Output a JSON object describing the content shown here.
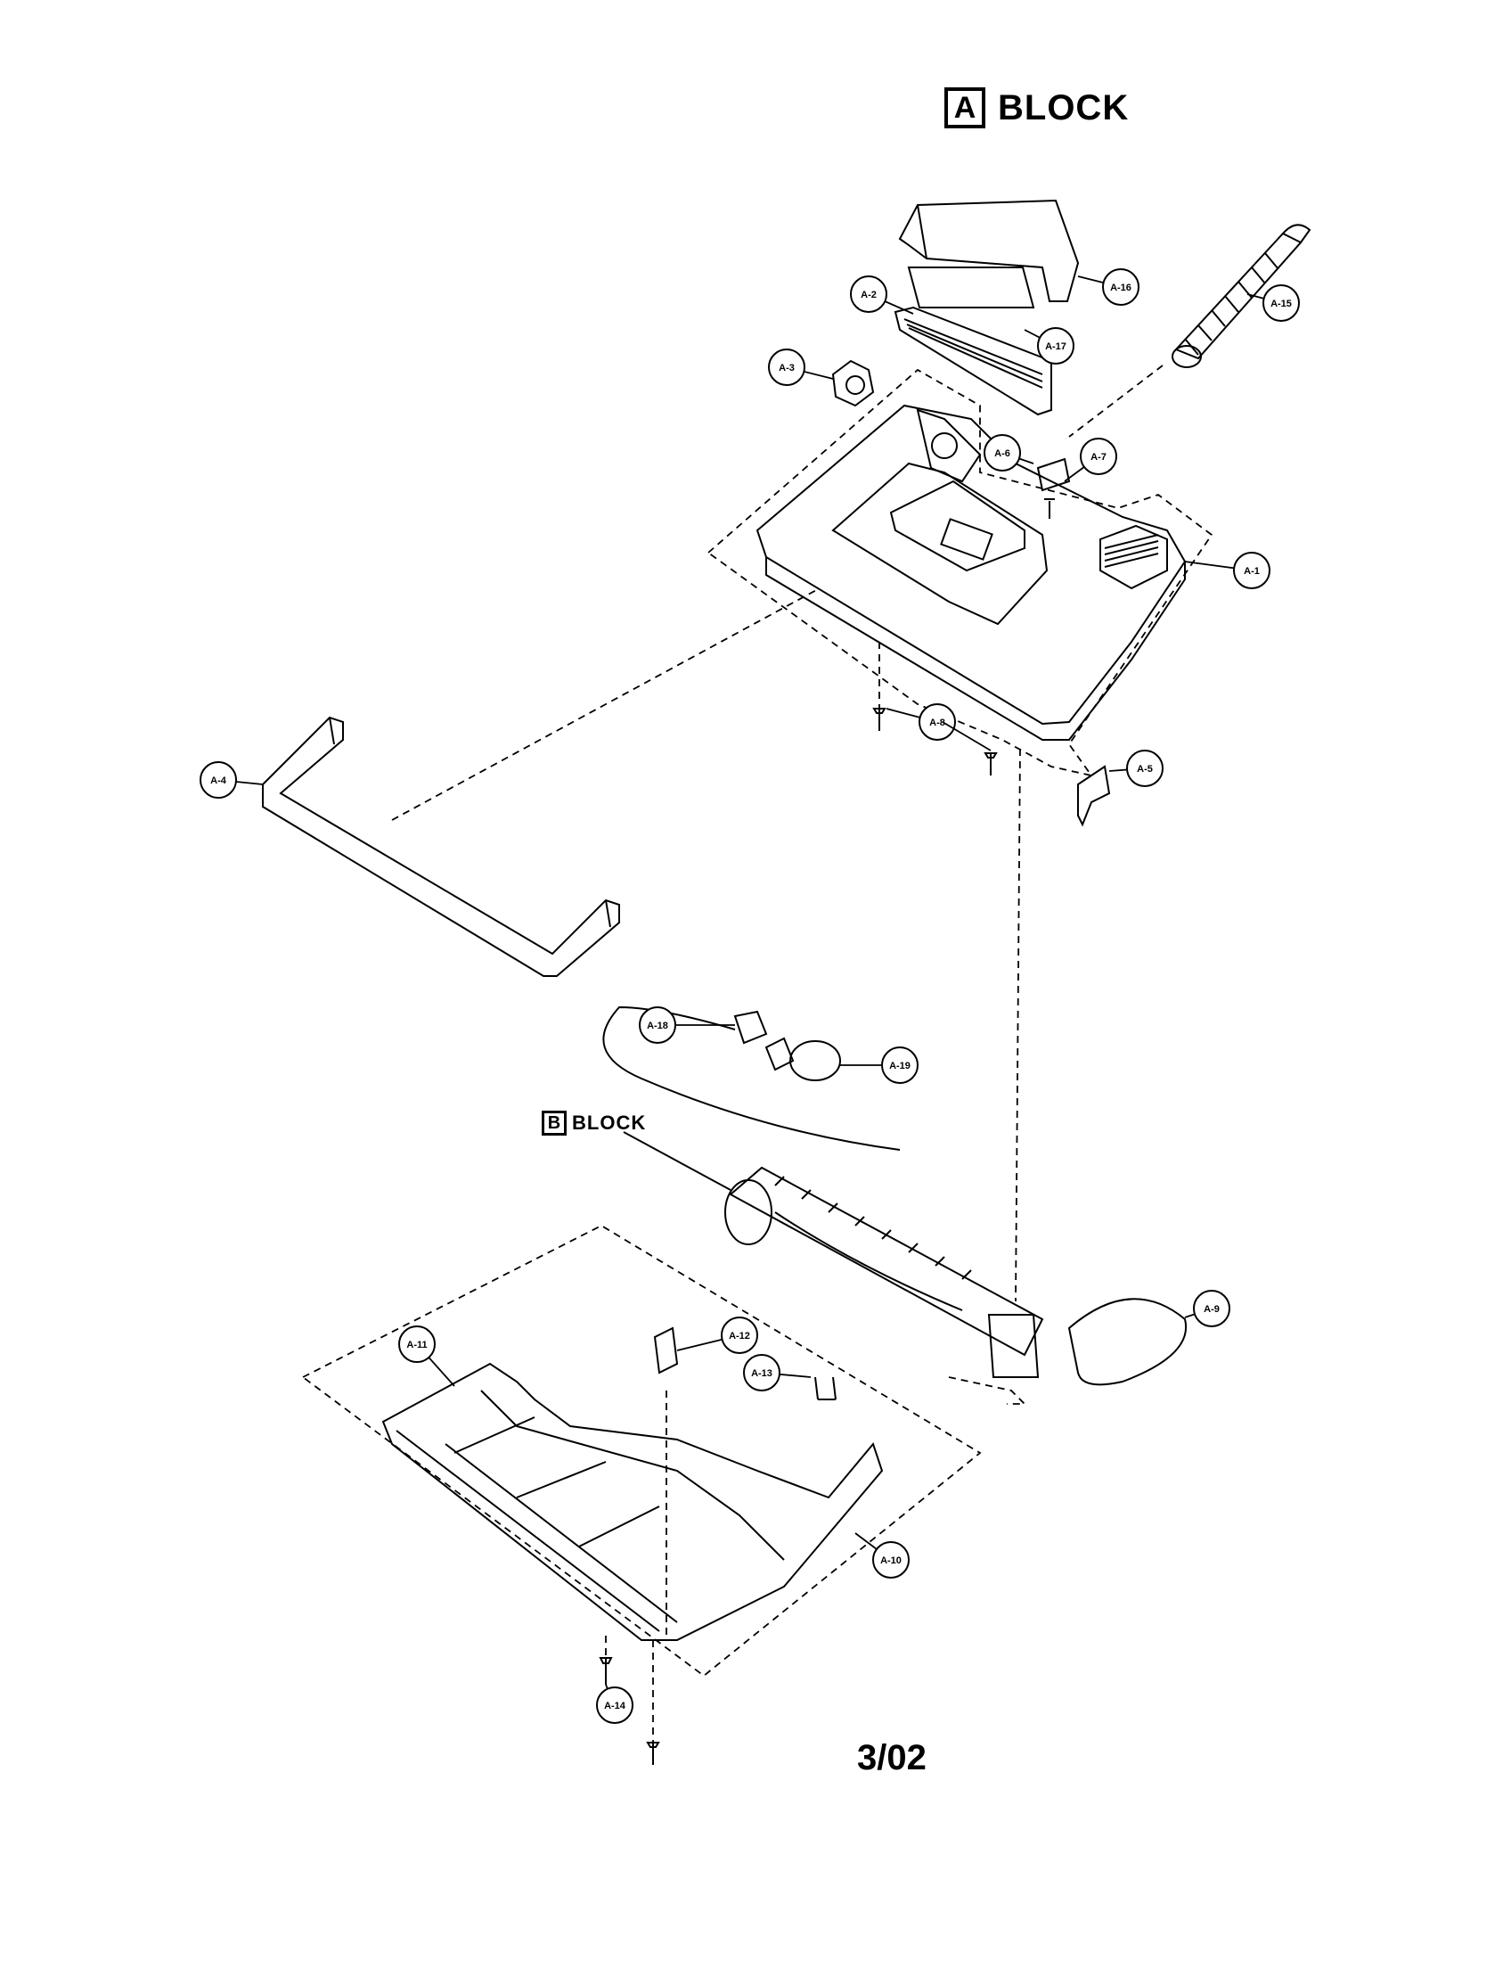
{
  "header": {
    "block_letter": "A",
    "block_label": "BLOCK"
  },
  "sub_block": {
    "letter": "B",
    "label": "BLOCK"
  },
  "footer": {
    "page_code": "3/02"
  },
  "callouts": [
    {
      "id": "A-1"
    },
    {
      "id": "A-2"
    },
    {
      "id": "A-3"
    },
    {
      "id": "A-4"
    },
    {
      "id": "A-5"
    },
    {
      "id": "A-6"
    },
    {
      "id": "A-7"
    },
    {
      "id": "A-8"
    },
    {
      "id": "A-8"
    },
    {
      "id": "A-9"
    },
    {
      "id": "A-10"
    },
    {
      "id": "A-11"
    },
    {
      "id": "A-12"
    },
    {
      "id": "A-13"
    },
    {
      "id": "A-14"
    },
    {
      "id": "A-15"
    },
    {
      "id": "A-16"
    },
    {
      "id": "A-17"
    },
    {
      "id": "A-18"
    },
    {
      "id": "A-19"
    }
  ]
}
